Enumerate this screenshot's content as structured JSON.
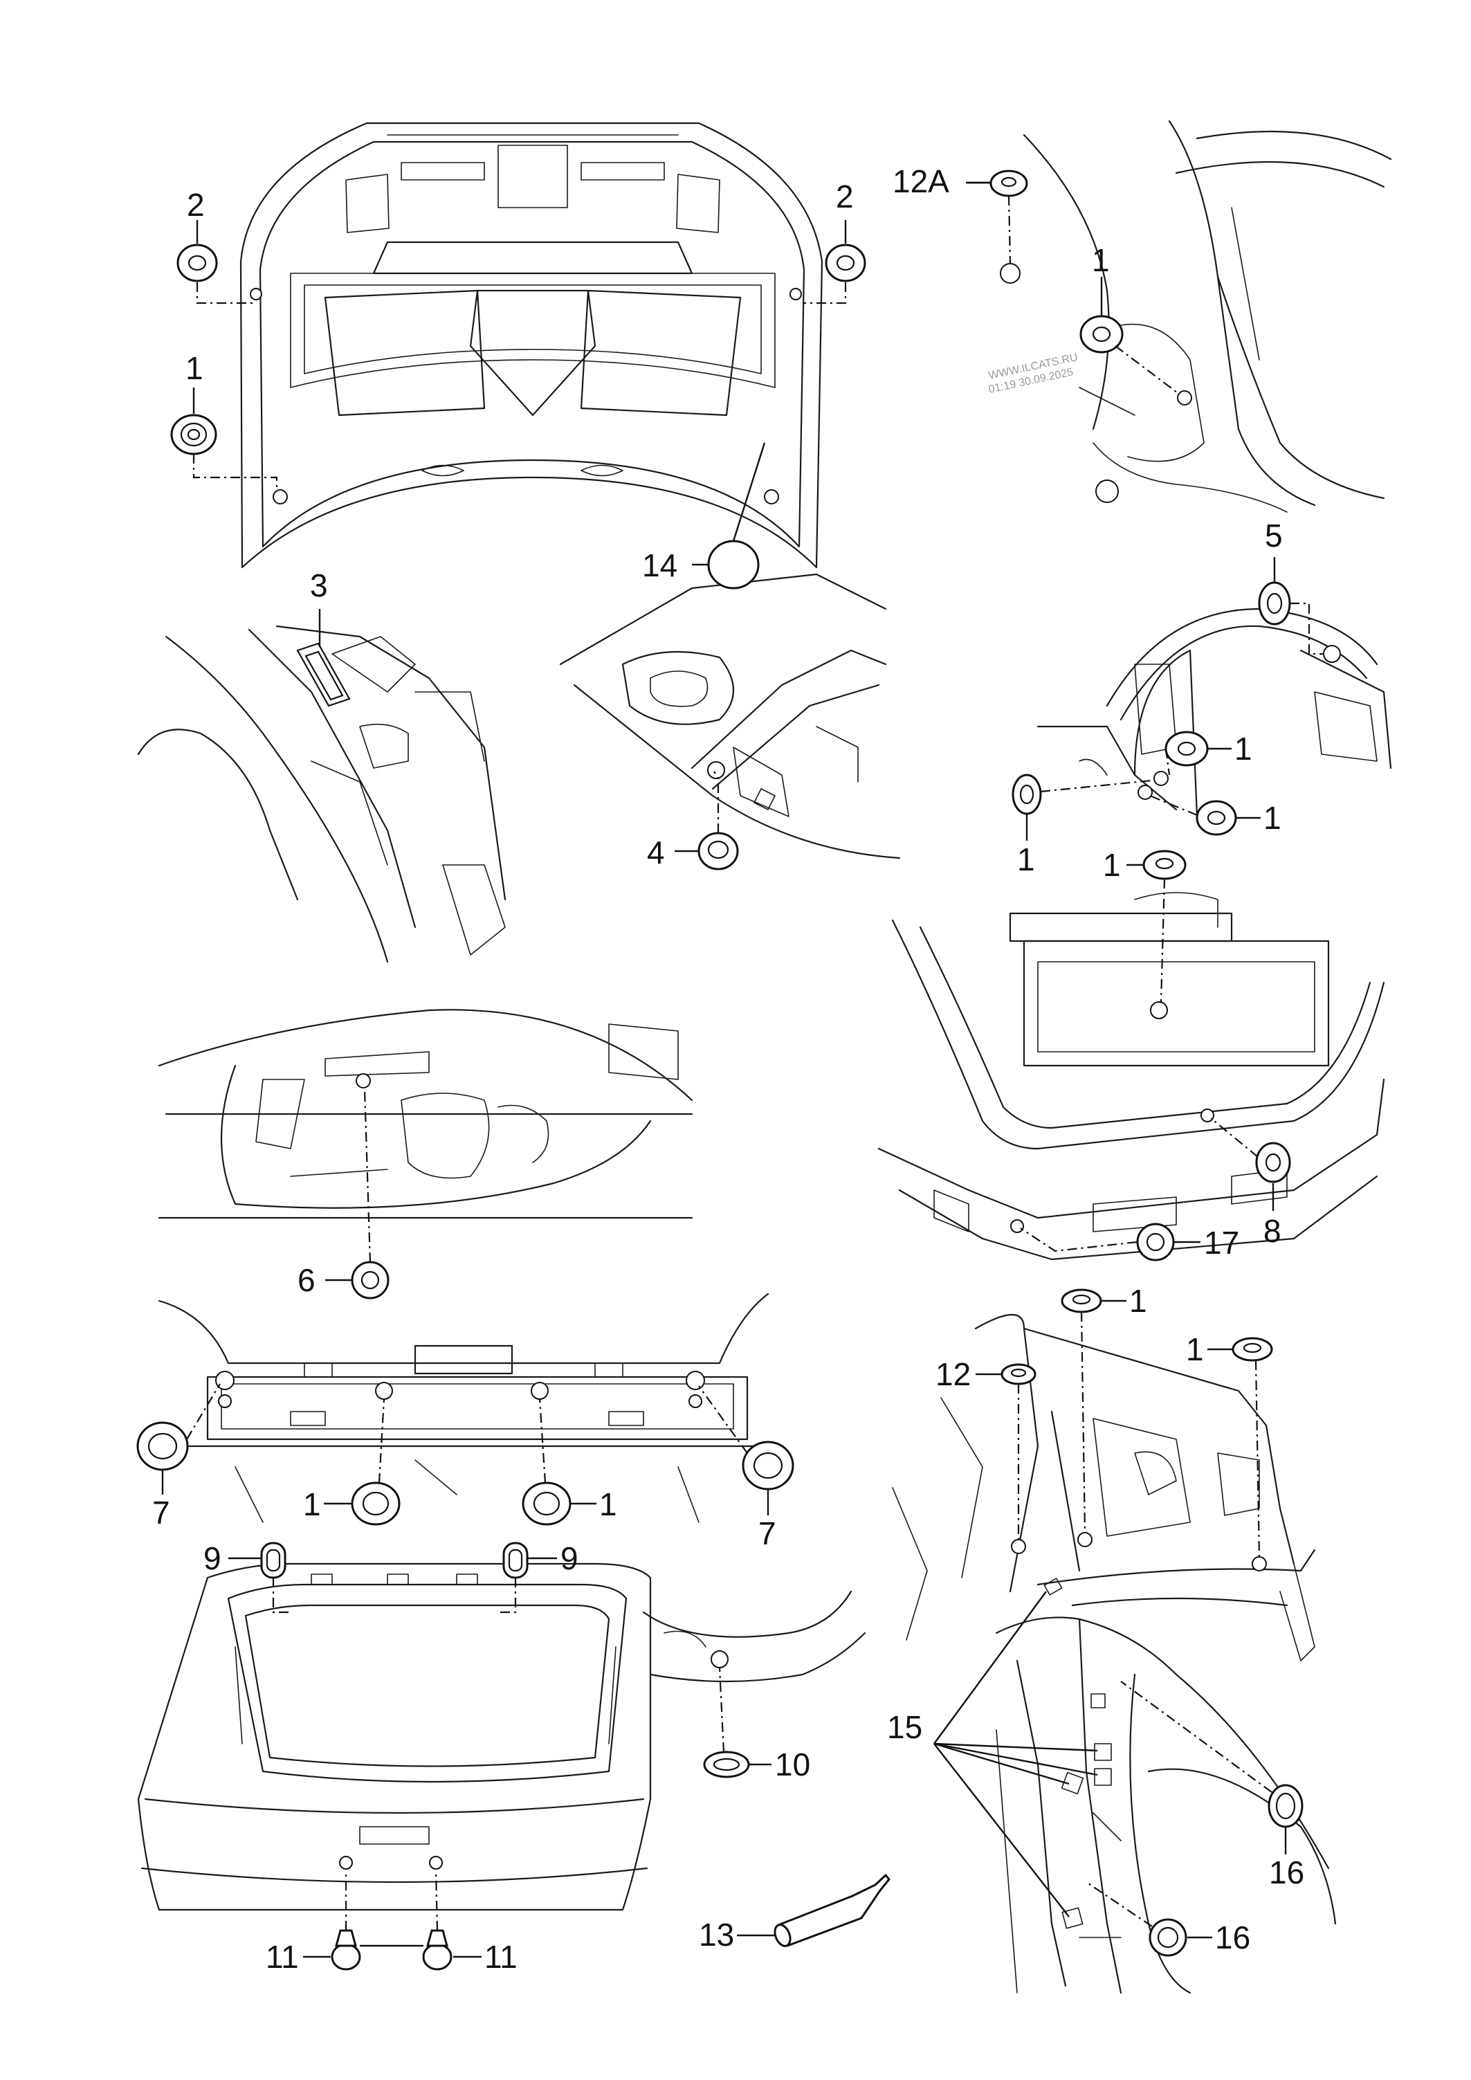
{
  "watermark": {
    "line1": "WWW.ILCATS.RU",
    "line2": "01:19 30.09.2025"
  },
  "callouts": [
    {
      "id": "c-2-left",
      "text": "2"
    },
    {
      "id": "c-2-right",
      "text": "2"
    },
    {
      "id": "c-1-hood",
      "text": "1"
    },
    {
      "id": "c-14",
      "text": "14"
    },
    {
      "id": "c-12A",
      "text": "12A"
    },
    {
      "id": "c-1-pillar",
      "text": "1"
    },
    {
      "id": "c-3",
      "text": "3"
    },
    {
      "id": "c-4",
      "text": "4"
    },
    {
      "id": "c-5",
      "text": "5"
    },
    {
      "id": "c-1-arch-a",
      "text": "1"
    },
    {
      "id": "c-1-arch-b",
      "text": "1"
    },
    {
      "id": "c-1-arch-c",
      "text": "1"
    },
    {
      "id": "c-1-trunk",
      "text": "1"
    },
    {
      "id": "c-6",
      "text": "6"
    },
    {
      "id": "c-8",
      "text": "8"
    },
    {
      "id": "c-17",
      "text": "17"
    },
    {
      "id": "c-7-left",
      "text": "7"
    },
    {
      "id": "c-7-right",
      "text": "7"
    },
    {
      "id": "c-1-panel-left",
      "text": "1"
    },
    {
      "id": "c-1-panel-right",
      "text": "1"
    },
    {
      "id": "c-1-rear-top",
      "text": "1"
    },
    {
      "id": "c-12",
      "text": "12"
    },
    {
      "id": "c-1-rear-right",
      "text": "1"
    },
    {
      "id": "c-9-left",
      "text": "9"
    },
    {
      "id": "c-9-right",
      "text": "9"
    },
    {
      "id": "c-10",
      "text": "10"
    },
    {
      "id": "c-15",
      "text": "15"
    },
    {
      "id": "c-16-top",
      "text": "16"
    },
    {
      "id": "c-16-bottom",
      "text": "16"
    },
    {
      "id": "c-13",
      "text": "13"
    },
    {
      "id": "c-11-left",
      "text": "11"
    },
    {
      "id": "c-11-right",
      "text": "11"
    }
  ]
}
